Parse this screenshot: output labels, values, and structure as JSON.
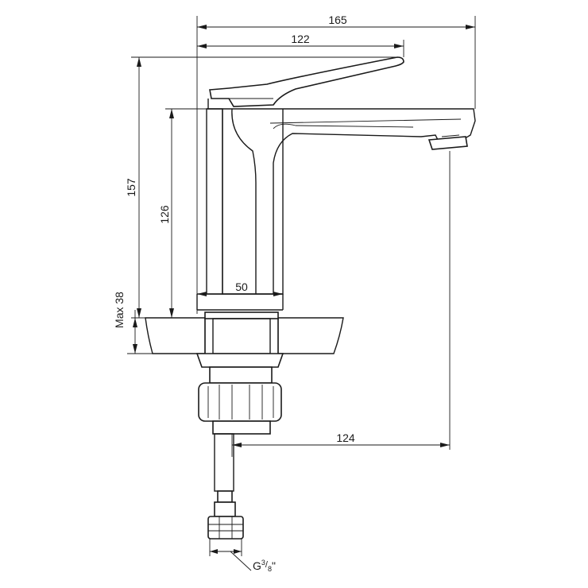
{
  "dimensions": {
    "overall_width": "165",
    "handle_width": "122",
    "overall_height": "157",
    "body_height": "126",
    "base_diameter": "50",
    "max_deck": "Max 38",
    "projection": "124",
    "connection": "G",
    "connection_fraction_num": "3",
    "connection_fraction_den": "8",
    "connection_inch": "\""
  }
}
